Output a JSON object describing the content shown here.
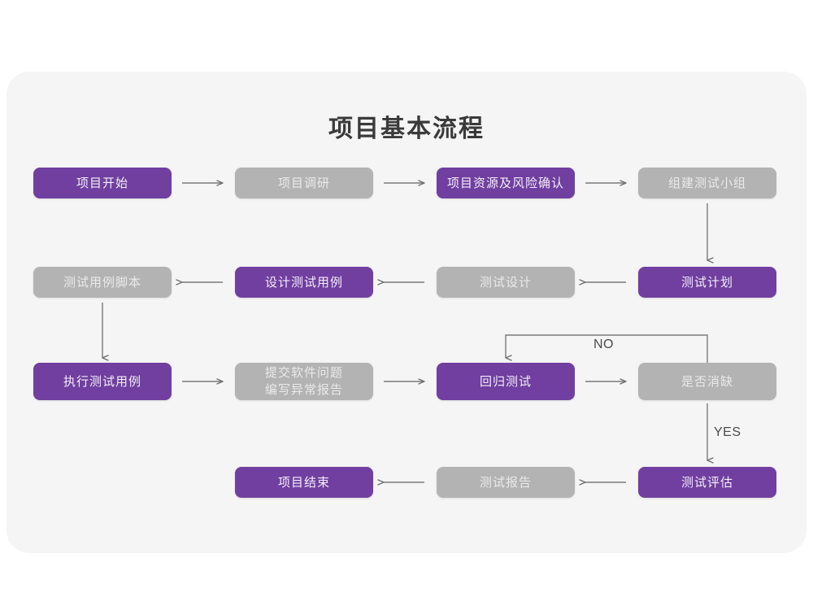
{
  "page": {
    "background": "#ffffff",
    "card_background": "#f5f5f5"
  },
  "title": "项目基本流程",
  "colors": {
    "accent_purple": "#703fa0",
    "muted_gray": "#b3b3b3",
    "connector": "#7a7a7a",
    "title_text": "#3a3a3a"
  },
  "chart_data": {
    "type": "diagram",
    "title": "项目基本流程",
    "nodes": [
      {
        "id": "n1",
        "label": "项目开始",
        "style": "purple",
        "row": 1,
        "col": 1
      },
      {
        "id": "n2",
        "label": "项目调研",
        "style": "gray",
        "row": 1,
        "col": 2
      },
      {
        "id": "n3",
        "label": "项目资源及风险确认",
        "style": "purple",
        "row": 1,
        "col": 3
      },
      {
        "id": "n4",
        "label": "组建测试小组",
        "style": "gray",
        "row": 1,
        "col": 4
      },
      {
        "id": "n5",
        "label": "测试用例脚本",
        "style": "gray",
        "row": 2,
        "col": 1
      },
      {
        "id": "n6",
        "label": "设计测试用例",
        "style": "purple",
        "row": 2,
        "col": 2
      },
      {
        "id": "n7",
        "label": "测试设计",
        "style": "gray",
        "row": 2,
        "col": 3
      },
      {
        "id": "n8",
        "label": "测试计划",
        "style": "purple",
        "row": 2,
        "col": 4
      },
      {
        "id": "n9",
        "label": "执行测试用例",
        "style": "purple",
        "row": 3,
        "col": 1
      },
      {
        "id": "n10",
        "label": "提交软件问题\n编写异常报告",
        "style": "gray",
        "row": 3,
        "col": 2
      },
      {
        "id": "n11",
        "label": "回归测试",
        "style": "purple",
        "row": 3,
        "col": 3
      },
      {
        "id": "n12",
        "label": "是否消缺",
        "style": "gray",
        "row": 3,
        "col": 4
      },
      {
        "id": "n13",
        "label": "项目结束",
        "style": "purple",
        "row": 4,
        "col": 2
      },
      {
        "id": "n14",
        "label": "测试报告",
        "style": "gray",
        "row": 4,
        "col": 3
      },
      {
        "id": "n15",
        "label": "测试评估",
        "style": "purple",
        "row": 4,
        "col": 4
      }
    ],
    "edges": [
      {
        "from": "n1",
        "to": "n2",
        "label": "",
        "direction": "right"
      },
      {
        "from": "n2",
        "to": "n3",
        "label": "",
        "direction": "right"
      },
      {
        "from": "n3",
        "to": "n4",
        "label": "",
        "direction": "right"
      },
      {
        "from": "n4",
        "to": "n8",
        "label": "",
        "direction": "down"
      },
      {
        "from": "n8",
        "to": "n7",
        "label": "",
        "direction": "left"
      },
      {
        "from": "n7",
        "to": "n6",
        "label": "",
        "direction": "left"
      },
      {
        "from": "n6",
        "to": "n5",
        "label": "",
        "direction": "left"
      },
      {
        "from": "n5",
        "to": "n9",
        "label": "",
        "direction": "down"
      },
      {
        "from": "n9",
        "to": "n10",
        "label": "",
        "direction": "right"
      },
      {
        "from": "n10",
        "to": "n11",
        "label": "",
        "direction": "right"
      },
      {
        "from": "n11",
        "to": "n12",
        "label": "",
        "direction": "right"
      },
      {
        "from": "n12",
        "to": "n11",
        "label": "NO",
        "direction": "loop-up-left"
      },
      {
        "from": "n12",
        "to": "n15",
        "label": "YES",
        "direction": "down"
      },
      {
        "from": "n15",
        "to": "n14",
        "label": "",
        "direction": "left"
      },
      {
        "from": "n14",
        "to": "n13",
        "label": "",
        "direction": "left"
      }
    ],
    "edge_labels": {
      "no": "NO",
      "yes": "YES"
    }
  }
}
